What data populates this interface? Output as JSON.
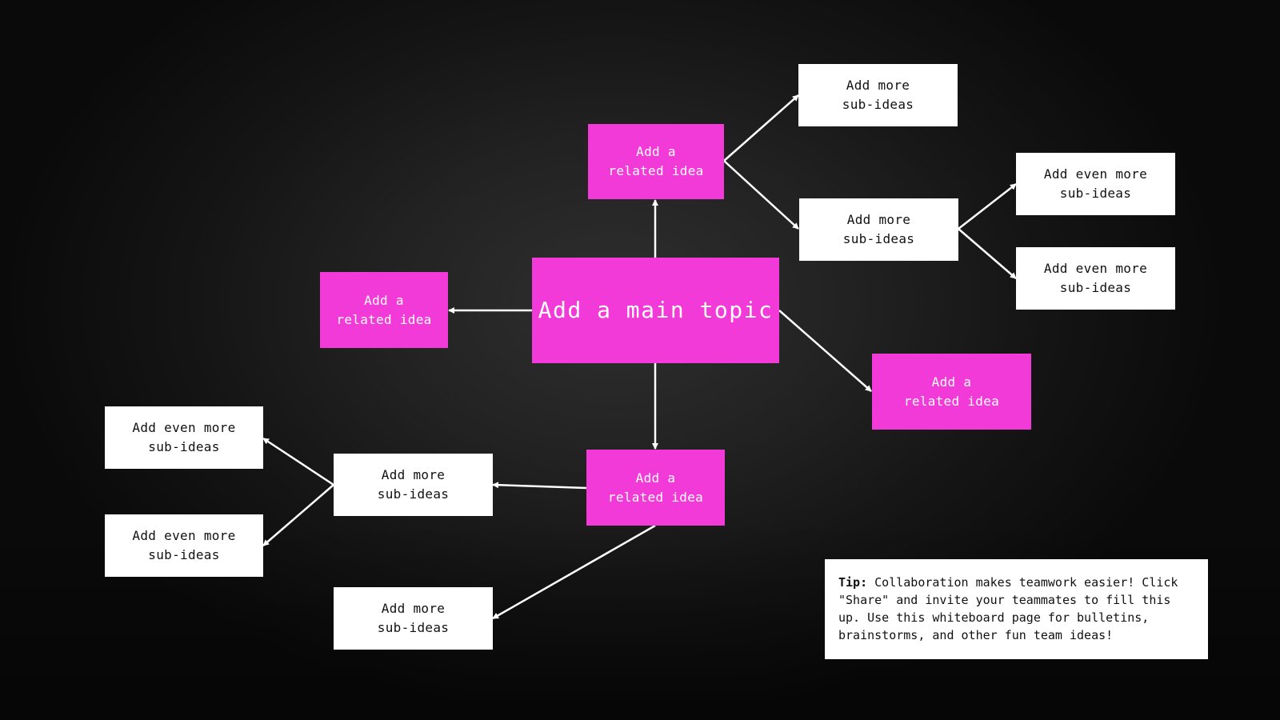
{
  "colors": {
    "background": "#1c1c1c",
    "topic_fill": "#f23ad9",
    "subidea_fill": "#ffffff",
    "connector": "#ffffff"
  },
  "main_topic": "Add a main topic",
  "related_ideas": [
    "Add a\nrelated idea",
    "Add a\nrelated idea",
    "Add a\nrelated idea",
    "Add a\nrelated idea"
  ],
  "sub_ideas": [
    "Add more\nsub-ideas",
    "Add more\nsub-ideas",
    "Add more\nsub-ideas",
    "Add more\nsub-ideas"
  ],
  "even_more_sub_ideas": [
    "Add even more\nsub-ideas",
    "Add even more\nsub-ideas",
    "Add even more\nsub-ideas",
    "Add even more\nsub-ideas"
  ],
  "tip": {
    "label": "Tip:",
    "text": " Collaboration makes teamwork easier! Click \"Share\" and invite your teammates to fill this up. Use this whiteboard page for bulletins, brainstorms, and other fun team ideas!"
  }
}
